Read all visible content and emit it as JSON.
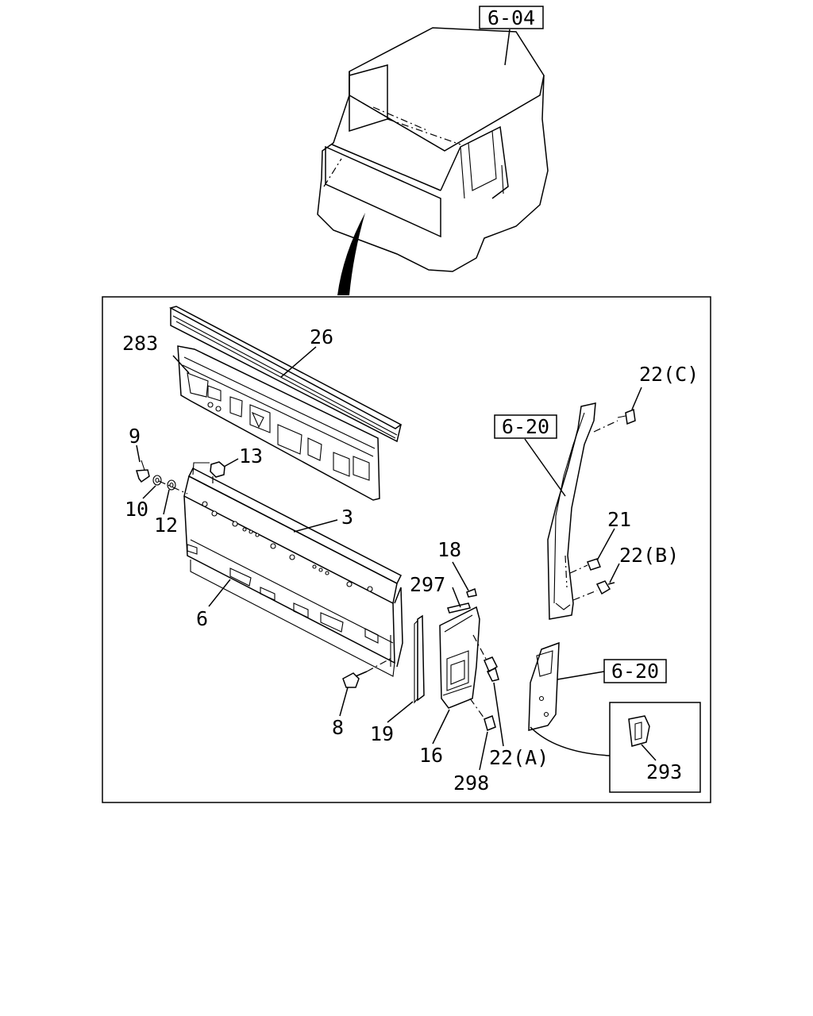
{
  "refs": {
    "cab": "6-04",
    "pillar_upper": "6-20",
    "pillar_lower": "6-20"
  },
  "parts": {
    "p283": "283",
    "p26": "26",
    "p9": "9",
    "p13": "13",
    "p10": "10",
    "p12": "12",
    "p3": "3",
    "p6": "6",
    "p8": "8",
    "p19": "19",
    "p16": "16",
    "p298": "298",
    "p297": "297",
    "p18": "18",
    "p22a": "22(A)",
    "p22b": "22(B)",
    "p22c": "22(C)",
    "p21": "21",
    "p293": "293"
  }
}
